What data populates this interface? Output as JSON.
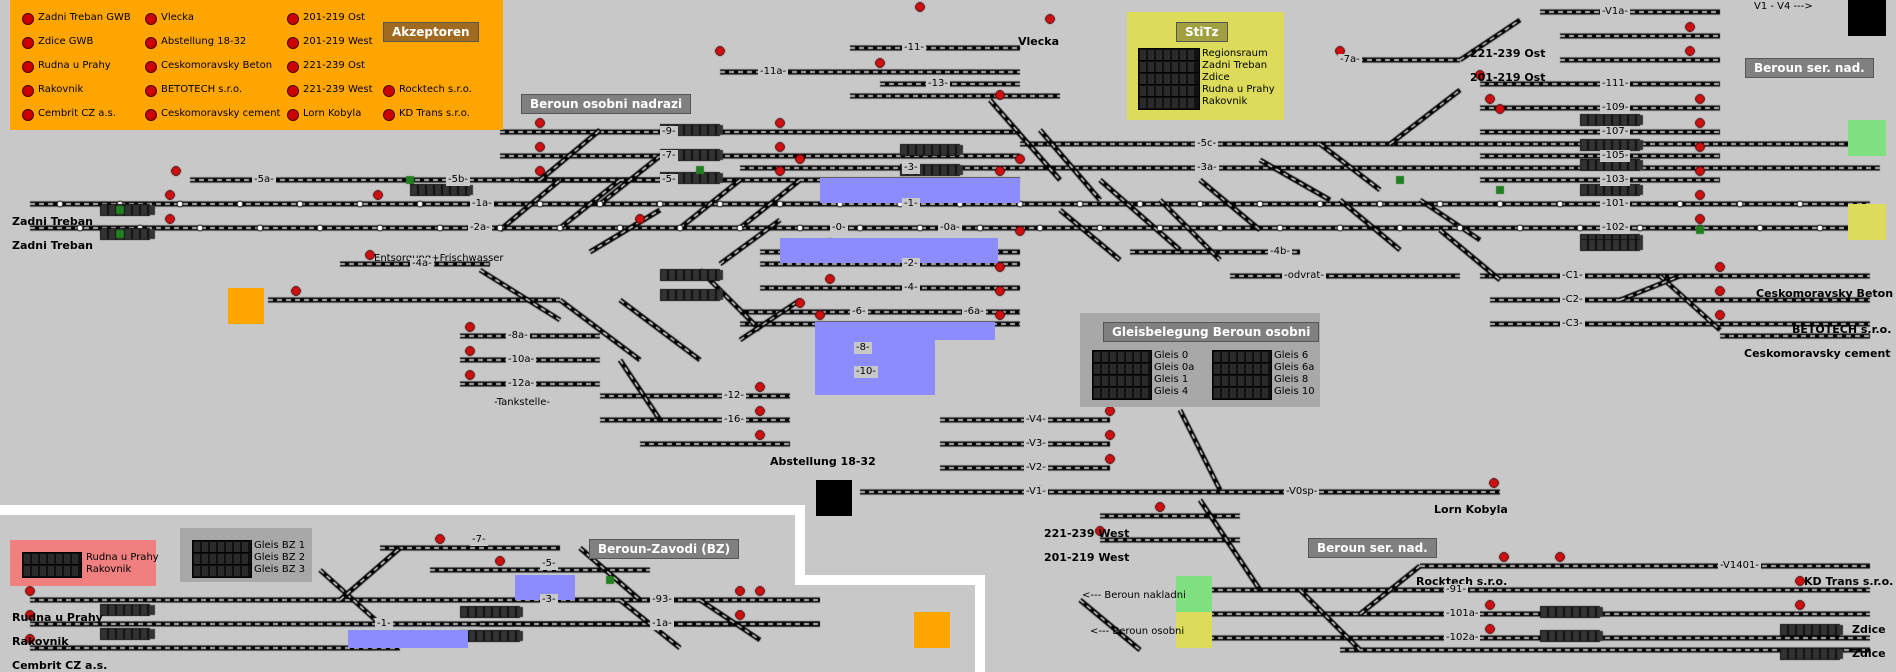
{
  "akzeptoren": {
    "title": "Akzeptoren",
    "color": "#ffa500",
    "items": [
      "Zadni Treban GWB",
      "Vlecka",
      "201-219 Ost",
      "Zdice GWB",
      "Abstellung 18-32",
      "201-219 West",
      "Rudna u Prahy",
      "Ceskomoravsky Beton",
      "221-239 Ost",
      "Rakovnik",
      "BETOTECH s.r.o.",
      "221-239 West",
      "Rocktech s.r.o.",
      "Cembrit CZ a.s.",
      "Ceskomoravsky cement",
      "Lorn Kobyla",
      "KD Trans s.r.o."
    ]
  },
  "stitz": {
    "title": "StiTz",
    "color": "#dcdc5a",
    "items": [
      "Regionsraum",
      "Zadni Treban",
      "Zdice",
      "Rudna u Prahy",
      "Rakovnik"
    ]
  },
  "stations": {
    "osobni": "Beroun osobni nadrazi",
    "ser_top": "Beroun ser. nad.",
    "ser_bottom": "Beroun ser. nad.",
    "zavodi": "Beroun-Zavodi (BZ)"
  },
  "gleisbelegung": {
    "title": "Gleisbelegung Beroun osobni",
    "left": [
      "Gleis 0",
      "Gleis 0a",
      "Gleis 1",
      "Gleis 4"
    ],
    "right": [
      "Gleis 6",
      "Gleis 6a",
      "Gleis 8",
      "Gleis 10"
    ]
  },
  "bz_panel": {
    "items": [
      "Gleis BZ 1",
      "Gleis BZ 2",
      "Gleis BZ 3"
    ]
  },
  "pink_panel": {
    "color": "#f08080",
    "items": [
      "Rudna u Prahy",
      "Rakovnik"
    ]
  },
  "places": {
    "zadni1": "Zadni Treban",
    "zadni2": "Zadni Treban",
    "vlecka": "Vlecka",
    "ost221": "221-239 Ost",
    "ost201": "201-219 Ost",
    "ceskobeton": "Ceskomoravsky Beton",
    "betotech": "BETOTECH s.r.o.",
    "ceskocement": "Ceskomoravsky cement",
    "abstellung": "Abstellung 18-32",
    "lornkobyla": "Lorn Kobyla",
    "west221": "221-239 West",
    "west201": "201-219 West",
    "rocktech": "Rocktech s.r.o.",
    "kdtrans": "KD Trans s.r.o.",
    "zdice1": "Zdice",
    "zdice2": "Zdice",
    "rudna": "Rudna u Prahy",
    "rakovnik": "Rakovnik",
    "cembrit": "Cembrit CZ a.s.",
    "entsorgung": "Entsorgung+Frischwasser",
    "tankstelle": "-Tankstelle-",
    "nakladni": "<--- Beroun nakladni",
    "osobni_arrow": "<--- Beroun osobni",
    "v1v4": "V1 - V4 --->"
  },
  "tracks": {
    "t5a": "-5a-",
    "t5b": "-5b-",
    "t1a": "-1a-",
    "t2a": "-2a-",
    "t4a": "-4a-",
    "t9": "-9-",
    "t7": "-7-",
    "t5": "-5-",
    "t3": "-3-",
    "t1": "-1-",
    "t0": "-0-",
    "t0a": "-0a-",
    "t2": "-2-",
    "t4": "-4-",
    "t6": "-6-",
    "t6a": "-6a-",
    "t8": "-8-",
    "t10": "-10-",
    "t8a": "-8a-",
    "t10a": "-10a-",
    "t12a": "-12a-",
    "t12": "-12-",
    "t16": "-16-",
    "t11a": "-11a-",
    "t11": "-11-",
    "t13": "-13-",
    "t5c": "-5c-",
    "t3a": "-3a-",
    "t4b": "-4b-",
    "odvrat": "-odvrat-",
    "t7a": "-7a-",
    "v1a": "-V1a-",
    "t111": "-111-",
    "t109": "-109-",
    "t107": "-107-",
    "t105": "-105-",
    "t103": "-103-",
    "t101": "-101-",
    "t102": "-102-",
    "c1": "-C1-",
    "c2": "-C2-",
    "c3": "-C3-",
    "v4": "-V4-",
    "v3": "-V3-",
    "v2": "-V2-",
    "v1": "-V1-",
    "v0sp": "-V0sp-",
    "bz7": "-7-",
    "bz5": "-5-",
    "bz3": "-3-",
    "bz93": "-93-",
    "bz1": "-1-",
    "bz1a": "-1a-",
    "t91": "-91-",
    "t101a": "-101a-",
    "t102a": "-102a-",
    "v1401": "-V1401-"
  }
}
